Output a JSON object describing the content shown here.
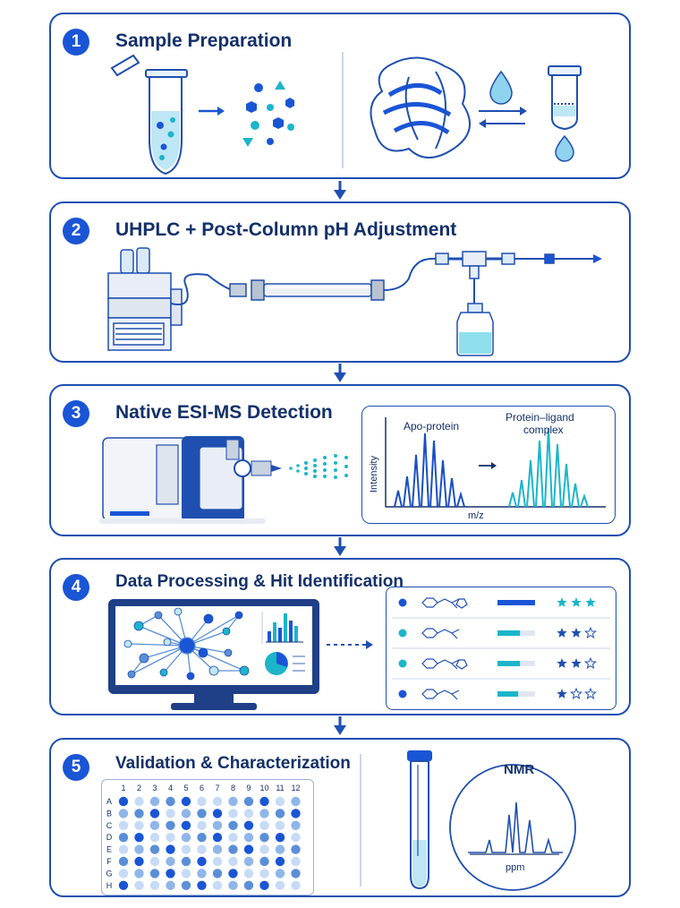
{
  "steps": [
    {
      "number": "1",
      "title": "Sample Preparation"
    },
    {
      "number": "2",
      "title": "UHPLC + Post-Column pH Adjustment"
    },
    {
      "number": "3",
      "title": "Native ESI-MS Detection"
    },
    {
      "number": "4",
      "title": "Data Processing & Hit Identification"
    },
    {
      "number": "5",
      "title": "Validation & Characterization"
    }
  ],
  "spectrum": {
    "apo_label": "Apo-protein",
    "complex_label_line1": "Protein–ligand",
    "complex_label_line2": "complex",
    "y_axis_label": "Intensity",
    "x_axis_label": "m/z"
  },
  "hit_list": [
    {
      "bar_fraction": 1.0,
      "stars": 3
    },
    {
      "bar_fraction": 0.6,
      "stars": 2
    },
    {
      "bar_fraction": 0.6,
      "stars": 2
    },
    {
      "bar_fraction": 0.55,
      "stars": 1
    }
  ],
  "plate": {
    "columns": [
      "1",
      "2",
      "3",
      "4",
      "5",
      "6",
      "7",
      "8",
      "9",
      "10",
      "11",
      "12"
    ],
    "rows": [
      "A",
      "B",
      "C",
      "D",
      "E",
      "F",
      "G",
      "H"
    ]
  },
  "nmr": {
    "label": "NMR",
    "axis_label": "ppm"
  },
  "colors": {
    "primary": "#1a55d6",
    "border": "#1f4fb0",
    "teal": "#1cb5c9",
    "light": "#bfe6f5"
  }
}
